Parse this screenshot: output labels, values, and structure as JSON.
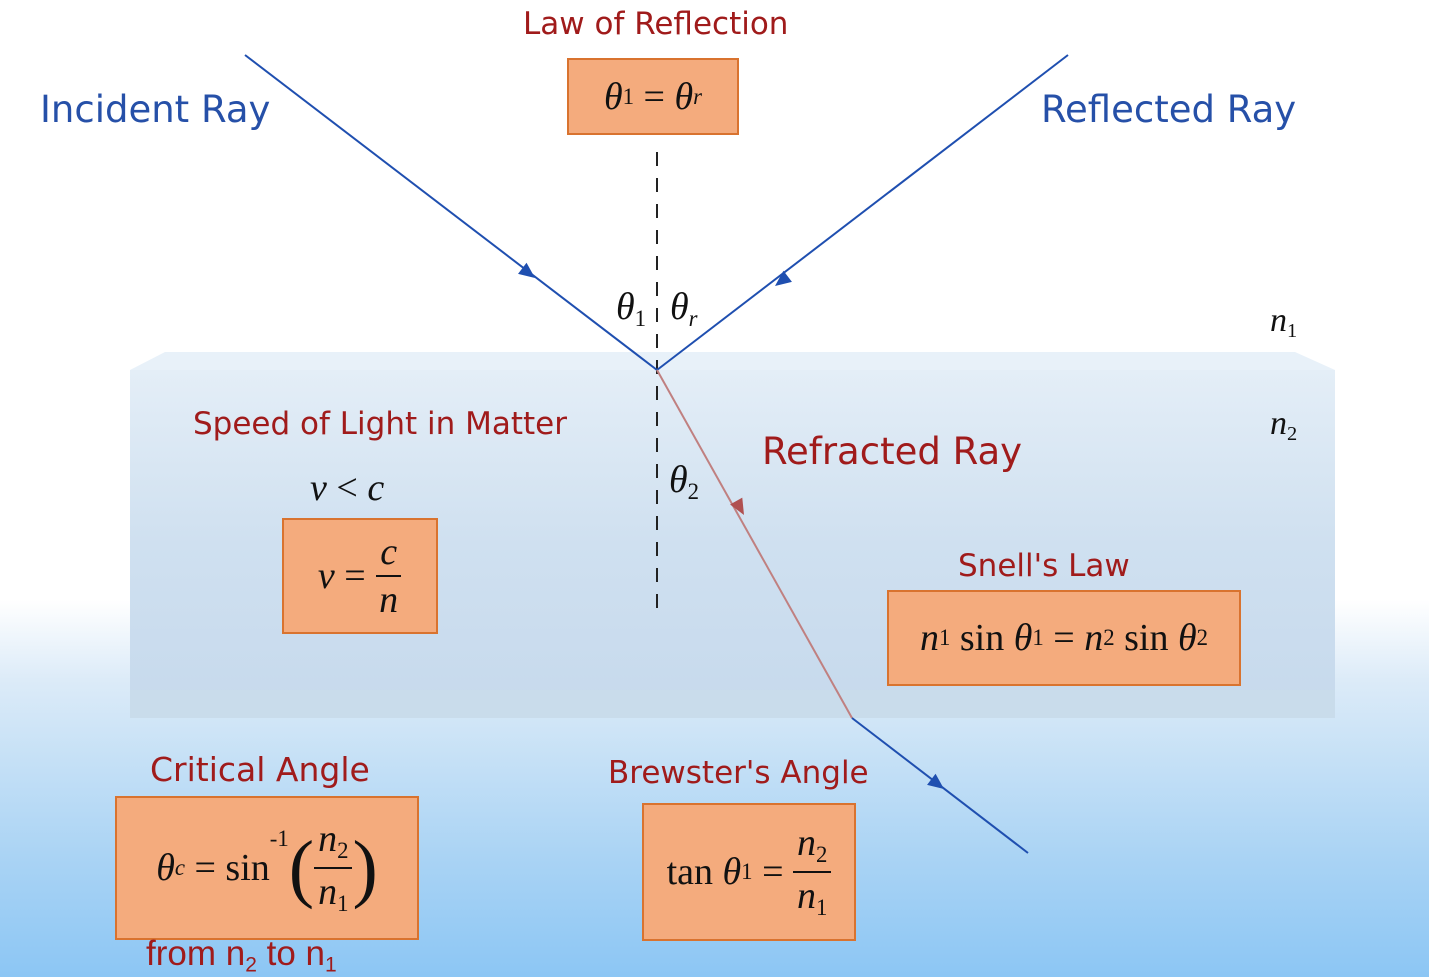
{
  "colors": {
    "ray_blue": "#1f4fb0",
    "refracted_line": "#c08080",
    "refracted_arrow": "#b05050",
    "title_blue": "#2650a8",
    "title_red": "#a01b1b",
    "box_fill": "#f4ab7d",
    "box_border": "#d9732f"
  },
  "labels": {
    "incident_ray": "Incident Ray",
    "reflected_ray": "Reflected Ray",
    "refracted_ray": "Refracted Ray",
    "law_of_reflection": "Law of Reflection",
    "speed_of_light": "Speed of Light in Matter",
    "snells_law": "Snell's Law",
    "critical_angle": "Critical Angle",
    "brewsters_angle": "Brewster's Angle",
    "critical_note_prefix": "from n",
    "critical_note_mid": " to n",
    "critical_note_sub1": "2",
    "critical_note_sub2": "1"
  },
  "medium_labels": {
    "upper_n": "n",
    "upper_sub": "1",
    "lower_n": "n",
    "lower_sub": "2"
  },
  "angle_labels": {
    "theta": "θ",
    "incident_sub": "1",
    "reflected_sub": "r",
    "refracted_sub": "2"
  },
  "formulas": {
    "reflection": {
      "lhs_sym": "θ",
      "lhs_sub": "1",
      "eq": " = ",
      "rhs_sym": "θ",
      "rhs_sub": "r"
    },
    "speed_inequality": {
      "lhs": "v",
      "op": " < ",
      "rhs": "c"
    },
    "speed": {
      "lhs": "v",
      "eq": " = ",
      "num": "c",
      "den": "n"
    },
    "snell": {
      "n1": "n",
      "sub1": "1",
      "sin": " sin ",
      "th1": "θ",
      "thsub1": "1",
      "eq": " = ",
      "n2": "n",
      "sub2": "2",
      "th2": "θ",
      "thsub2": "2"
    },
    "critical": {
      "th": "θ",
      "thsub": "c",
      "eq": " = sin",
      "sup": "-1",
      "lparen": "(",
      "num": "n",
      "numsub": "2",
      "den": "n",
      "densub": "1",
      "rparen": ")"
    },
    "brewster": {
      "tan": "tan ",
      "th": "θ",
      "thsub": "1",
      "eq": " = ",
      "num": "n",
      "numsub": "2",
      "den": "n",
      "densub": "1"
    }
  }
}
